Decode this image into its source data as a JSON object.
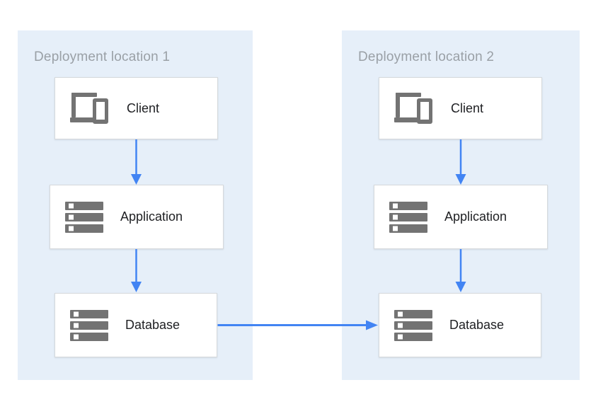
{
  "diagram_type": "deployment-architecture",
  "colors": {
    "canvas_bg": "#ffffff",
    "panel_bg": "#e6eff9",
    "node_bg": "#ffffff",
    "node_border": "#d6d9dc",
    "arrow_color": "#4284f3",
    "icon_color": "#737373",
    "title_text": "#9aa0a6",
    "label_text": "#202124"
  },
  "groups": [
    {
      "title": "Deployment location 1",
      "nodes": [
        {
          "label": "Client",
          "icon": "devices-icon"
        },
        {
          "label": "Application",
          "icon": "servers-icon"
        },
        {
          "label": "Database",
          "icon": "servers-icon"
        }
      ]
    },
    {
      "title": "Deployment location 2",
      "nodes": [
        {
          "label": "Client",
          "icon": "devices-icon"
        },
        {
          "label": "Application",
          "icon": "servers-icon"
        },
        {
          "label": "Database",
          "icon": "servers-icon"
        }
      ]
    }
  ],
  "connections": [
    {
      "from": "location1-client",
      "to": "location1-application",
      "direction": "down"
    },
    {
      "from": "location1-application",
      "to": "location1-database",
      "direction": "down"
    },
    {
      "from": "location2-client",
      "to": "location2-application",
      "direction": "down"
    },
    {
      "from": "location2-application",
      "to": "location2-database",
      "direction": "down"
    },
    {
      "from": "location1-database",
      "to": "location2-database",
      "direction": "right"
    }
  ]
}
